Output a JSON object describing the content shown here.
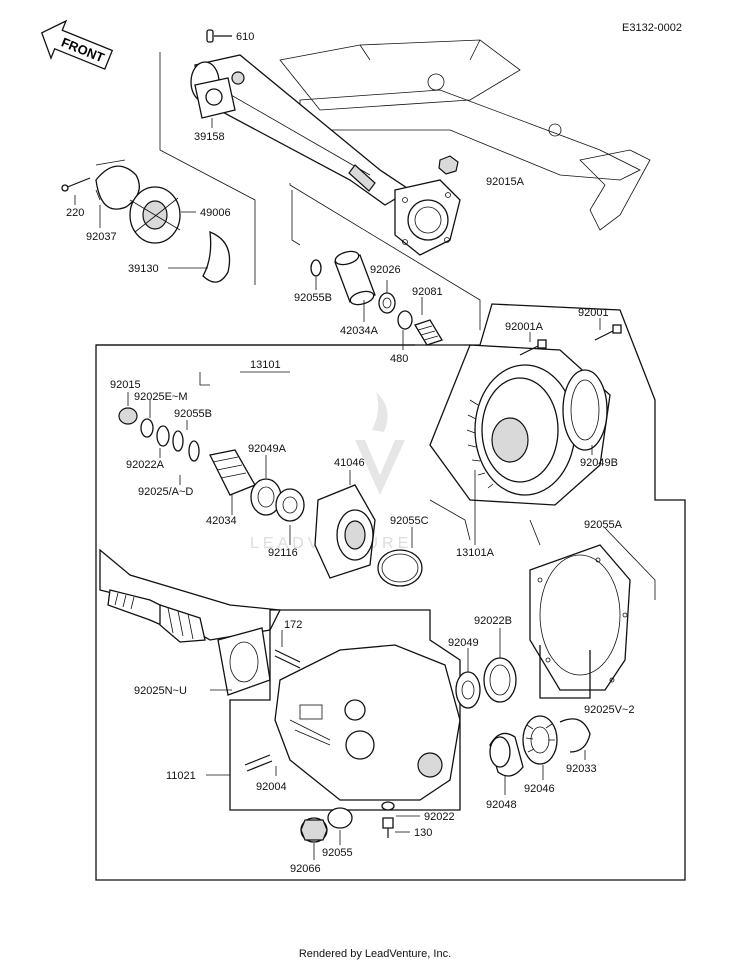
{
  "diagram": {
    "code": "E3132-0002",
    "front_arrow": "FRONT",
    "watermark": "LEADVENTURE",
    "footer": "Rendered by LeadVenture, Inc."
  },
  "labels": {
    "p610": "610",
    "p39158": "39158",
    "p92015A": "92015A",
    "p220": "220",
    "p92037": "92037",
    "p49006": "49006",
    "p39130": "39130",
    "p92026": "92026",
    "p92055B_top": "92055B",
    "p92081": "92081",
    "p42034A": "42034A",
    "p480": "480",
    "p92001A": "92001A",
    "p92001": "92001",
    "p13101": "13101",
    "p92015": "92015",
    "p92025EM": "92025E~M",
    "p92055B": "92055B",
    "p92049A": "92049A",
    "p92022A": "92022A",
    "p41046": "41046",
    "p92025AD": "92025/A~D",
    "p42034": "42034",
    "p92055C": "92055C",
    "p92116": "92116",
    "p92049B": "92049B",
    "p92055A": "92055A",
    "p13101A": "13101A",
    "p172": "172",
    "p92022B": "92022B",
    "p92049": "92049",
    "p92025NU": "92025N~U",
    "p92025V2": "92025V~2",
    "p11021": "11021",
    "p92033": "92033",
    "p92004": "92004",
    "p92046": "92046",
    "p92048": "92048",
    "p92022": "92022",
    "p130": "130",
    "p92055": "92055",
    "p92066": "92066"
  }
}
